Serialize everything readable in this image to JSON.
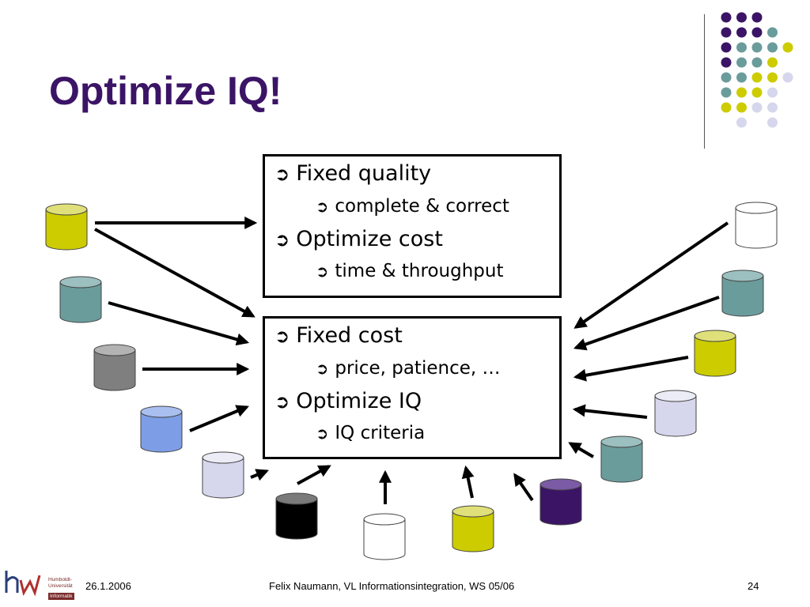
{
  "slide": {
    "title": "Optimize IQ!"
  },
  "box_top": {
    "items": [
      {
        "level": 1,
        "text": "Fixed quality"
      },
      {
        "level": 2,
        "text": "complete & correct"
      },
      {
        "level": 1,
        "text": "Optimize cost"
      },
      {
        "level": 2,
        "text": "time & throughput"
      }
    ]
  },
  "box_bottom": {
    "items": [
      {
        "level": 1,
        "text": "Fixed cost"
      },
      {
        "level": 2,
        "text": "price, patience, …"
      },
      {
        "level": 1,
        "text": "Optimize IQ"
      },
      {
        "level": 2,
        "text": "IQ criteria"
      }
    ]
  },
  "bullet_glyph": "➲",
  "footer": {
    "date": "26.1.2006",
    "center": "Felix Naumann, VL Informationsintegration, WS 05/06",
    "page": "24"
  },
  "logo": {
    "line1": "Humboldt-",
    "line2": "Universität",
    "tag": "Informatik"
  },
  "colors": {
    "title": "#3b1466",
    "purple": "#3b1466",
    "teal": "#6b9c9c",
    "yellow": "#cccc00",
    "lavender": "#d6d7ec",
    "grey": "#7f7f7f",
    "blue": "#7d9ee6",
    "black": "#000000",
    "white": "#ffffff"
  },
  "databases": [
    {
      "name": "database-yellow-left",
      "color": "yellow"
    },
    {
      "name": "database-teal-left",
      "color": "teal"
    },
    {
      "name": "database-grey-left",
      "color": "grey"
    },
    {
      "name": "database-blue-left",
      "color": "blue"
    },
    {
      "name": "database-lavender-left",
      "color": "lavender"
    },
    {
      "name": "database-black-bottom",
      "color": "black"
    },
    {
      "name": "database-white-bottom",
      "color": "white"
    },
    {
      "name": "database-yellow-bottom",
      "color": "yellow"
    },
    {
      "name": "database-purple-bottom",
      "color": "purple"
    },
    {
      "name": "database-teal-right-low",
      "color": "teal"
    },
    {
      "name": "database-lavender-right",
      "color": "lavender"
    },
    {
      "name": "database-yellow-right",
      "color": "yellow"
    },
    {
      "name": "database-teal-right-high",
      "color": "teal"
    },
    {
      "name": "database-white-right",
      "color": "white"
    }
  ]
}
